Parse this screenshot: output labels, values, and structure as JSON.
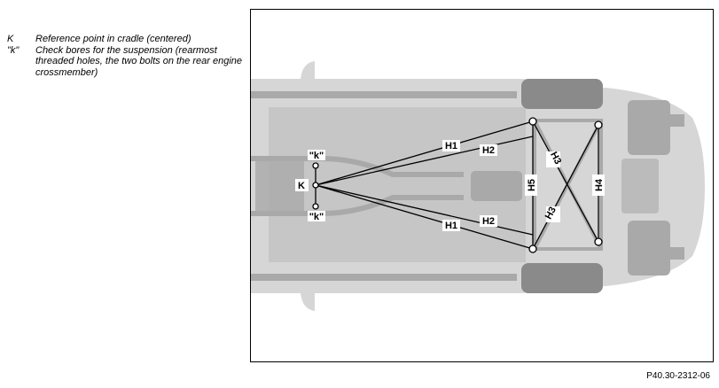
{
  "legend": {
    "items": [
      {
        "key": "K",
        "description": "Reference point in cradle (centered)"
      },
      {
        "key": "\"k\"",
        "description": "Check bores for the suspension (rearmost threaded holes, the two bolts on the rear engine crossmember)"
      }
    ]
  },
  "diagram": {
    "labels": {
      "K": "K",
      "k_top": "\"k\"",
      "k_bottom": "\"k\"",
      "H1_top": "H1",
      "H1_bottom": "H1",
      "H2_top": "H2",
      "H2_bottom": "H2",
      "H3_top": "H3",
      "H3_bottom": "H3",
      "H4": "H4",
      "H5": "H5"
    },
    "colors": {
      "body": "#d6d6d6",
      "body_dark": "#a9a9a9",
      "tire": "#8a8a8a",
      "lines": "#000000"
    }
  },
  "reference_code": "P40.30-2312-06"
}
